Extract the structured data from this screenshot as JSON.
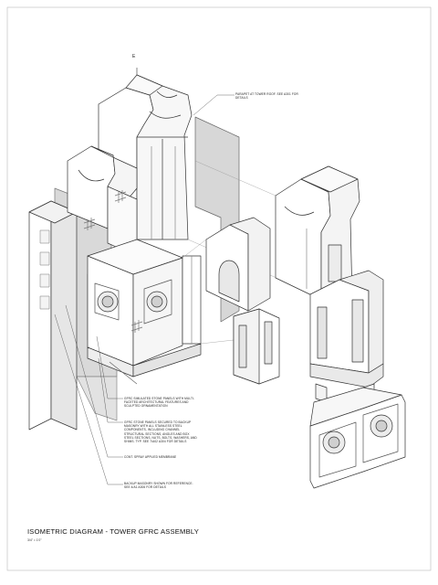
{
  "sheet": {
    "title": "ISOMETRIC DIAGRAM - TOWER GFRC ASSEMBLY",
    "scale": "3/4\" = 1'0\""
  },
  "north_mark": "E",
  "notes": [
    {
      "text": "PARAPET AT TOWER ROOF. SEE A301 FOR DETAILS"
    },
    {
      "text": "GFRC SIMULATED STONE PANELS WITH MULTI-FACETED ARCHITECTURAL FEATURES AND SCULPTED ORNAMENTATION"
    },
    {
      "text": "GFRC STONE PANELS SECURED TO BACKUP MASONRY WITH ALL STAINLESS STEEL COMPONENTS, INCLUDING CHANNEL STRUCTURAL SECTIONS, ANGLES AND BOX STEEL SECTIONS, NUTS, BOLTS, WASHERS, AND SHIMS. TYP. SEE 7/A02 A304 FOR DETAILS"
    },
    {
      "text": "CONT. SPRAY APPLIED MEMBRANE"
    },
    {
      "text": "BACKUP MASONRY SHOWN FOR REFERENCE. SEE 4/A1 A306 FOR DETAILS"
    }
  ]
}
